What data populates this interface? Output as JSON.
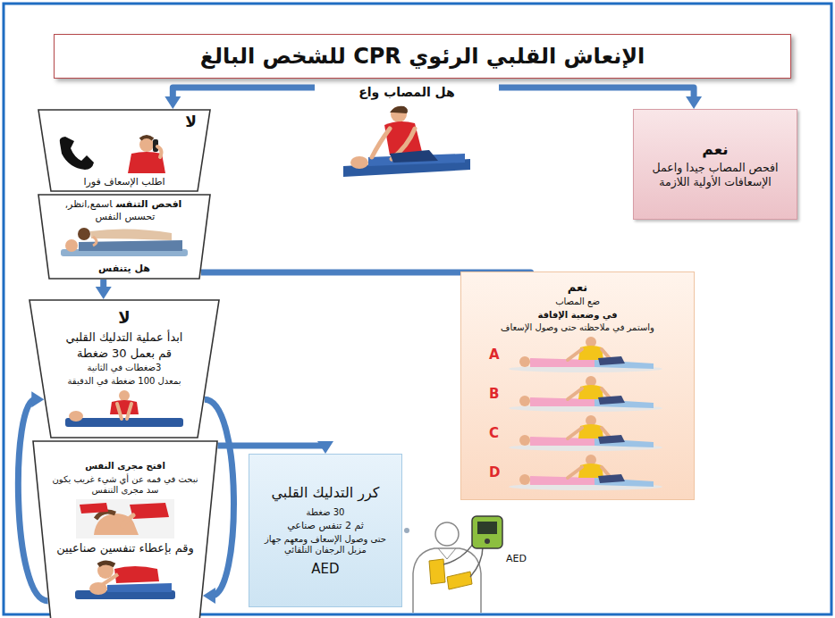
{
  "diagram": {
    "title": "الإنعاش القلبي الرئوي CPR للشخص البالغ",
    "nodes": [
      {
        "text": [
          "هل المصاب واع"
        ]
      },
      {
        "text": [
          "لا",
          "اطلب الإسعاف فورا"
        ]
      },
      {
        "text": [
          "نعم",
          "افحص المصاب جيدا واعمل الإسعافات الأولية اللازمة"
        ]
      },
      {
        "text": [
          "افحص التنفس",
          "اسمع,انظر, تحسس النفس",
          "هل يتنفس"
        ]
      },
      {
        "text": [
          "لا",
          "ابدأ عملية التدليك القلبي",
          "قم بعمل 30 ضغطة",
          "3ضغطات في الثانية",
          "بمعدل 100 ضغطة في الدقيقة"
        ]
      },
      {
        "text": [
          "نعم",
          "ضع المصاب",
          "في وضعية الإفاقة",
          "واستمر في ملاحظته حتى وصول الإسعاف"
        ]
      },
      {
        "text": [
          "افتح مجرى النفس",
          "نبحث في فمه عن أي شيء غريب يكون سد مجرى التنفس",
          "وقم بإعطاء تنفسين صناعيين"
        ]
      },
      {
        "text": [
          "كرر التدليك القلبي",
          "30 ضغطة",
          "ثم 2 تنفس صناعي",
          "حتى وصول الإسعاف ومعهم جهاز مزيل الرجفان التلقائي",
          "AED"
        ]
      }
    ],
    "edges": [
      {
        "from": 0,
        "to": 1,
        "arrow": "to"
      },
      {
        "from": 0,
        "to": 2,
        "arrow": "to"
      },
      {
        "from": 3,
        "to": 4,
        "arrow": "to"
      },
      {
        "from": 3,
        "to": 5,
        "arrow": "to"
      },
      {
        "from": 4,
        "to": 6,
        "arrow": "to"
      },
      {
        "from": 6,
        "to": 4,
        "arrow": "to"
      },
      {
        "from": 6,
        "to": 7,
        "arrow": "to"
      }
    ],
    "labels": [
      "A",
      "B",
      "C",
      "D",
      "AED"
    ]
  }
}
